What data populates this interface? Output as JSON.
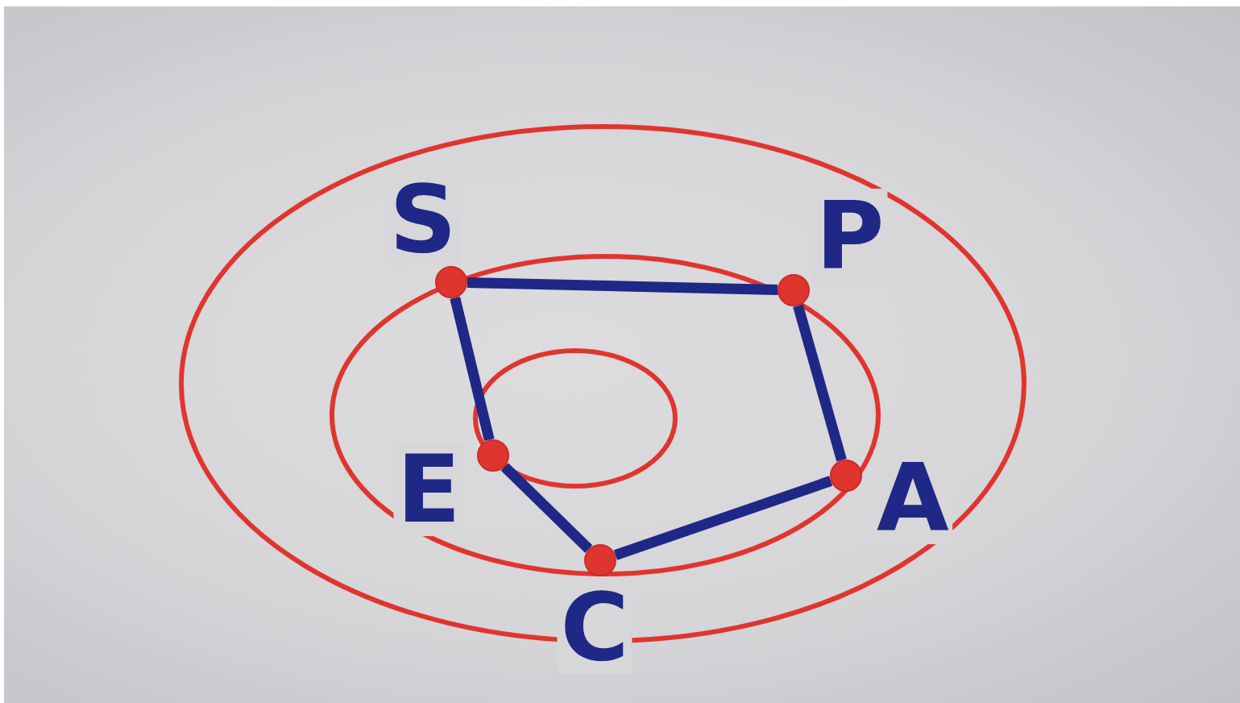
{
  "diagram": {
    "nodes": [
      {
        "text": [
          "S"
        ]
      },
      {
        "text": [
          "P"
        ]
      },
      {
        "text": [
          "E"
        ]
      },
      {
        "text": [
          "A"
        ]
      },
      {
        "text": [
          "C"
        ]
      }
    ],
    "edges": [
      {
        "from": 0,
        "to": 1,
        "arrow": "none"
      },
      {
        "from": 1,
        "to": 3,
        "arrow": "none"
      },
      {
        "from": 3,
        "to": 4,
        "arrow": "none"
      },
      {
        "from": 4,
        "to": 2,
        "arrow": "none"
      },
      {
        "from": 2,
        "to": 0,
        "arrow": "none"
      }
    ]
  }
}
